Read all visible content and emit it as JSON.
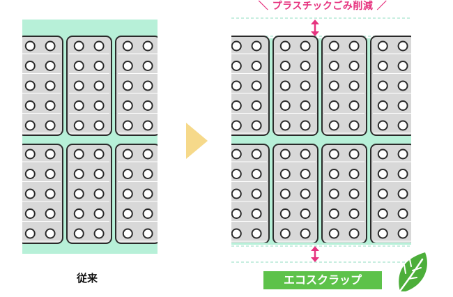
{
  "headline": "＼ プラスチックごみ削減 ／",
  "label_conventional": "従来",
  "label_eco": "エコスクラップ",
  "icons": {
    "arrow": "right-triangle-arrow",
    "leaf": "leaf-icon",
    "reduction": "double-headed-vertical-arrow"
  },
  "colors": {
    "mint": "#b7f0d8",
    "sheet_gray": "#d8d8d8",
    "pink": "#e6337f",
    "arrow_yellow": "#f6d98a",
    "eco_green": "#5dc24a"
  }
}
